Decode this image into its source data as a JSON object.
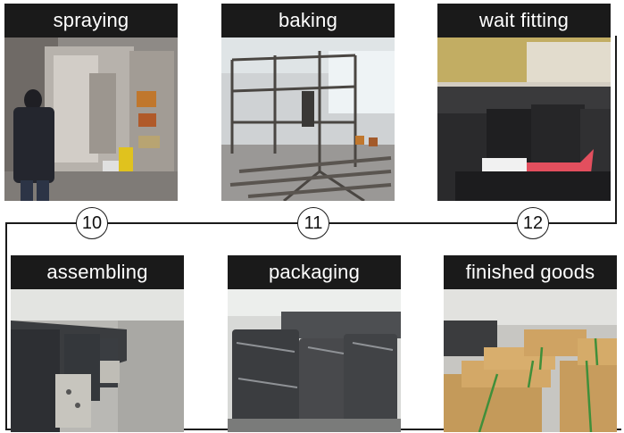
{
  "steps": [
    {
      "label": "spraying"
    },
    {
      "label": "baking"
    },
    {
      "label": "wait fitting"
    },
    {
      "label": "assembling"
    },
    {
      "label": "packaging"
    },
    {
      "label": "finished goods"
    }
  ],
  "markers": [
    "10",
    "11",
    "12"
  ],
  "colors": {
    "label_bg": "#1a1a1a",
    "label_text": "#ffffff",
    "line": "#1a1a1a"
  }
}
